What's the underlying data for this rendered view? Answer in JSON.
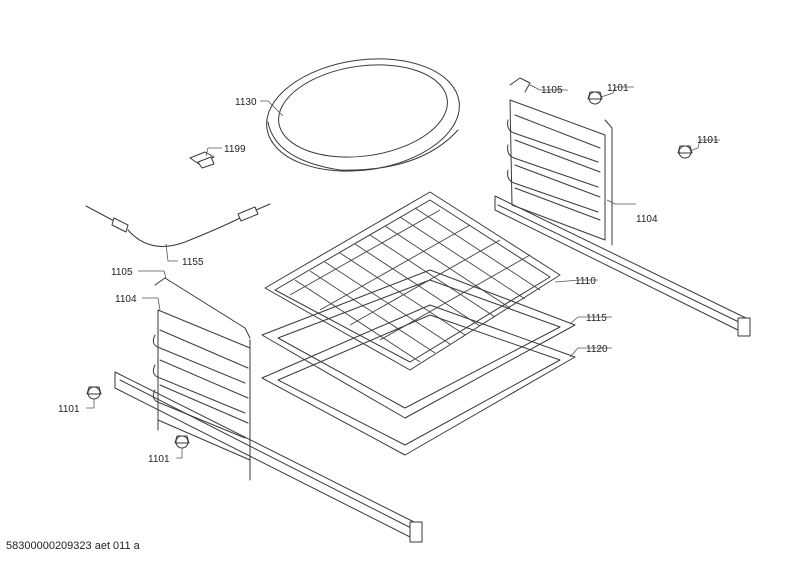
{
  "labels": {
    "pan_round": "1130",
    "clip_small": "1199",
    "probe": "1155",
    "rack_top_right": "1105",
    "screw_1": "1101",
    "screw_2": "1101",
    "screw_3": "1101",
    "screw_4": "1101",
    "grid_right": "1104",
    "rack_left_top": "1105",
    "grid_left": "1104",
    "wire_rack": "1110",
    "tray_shallow": "1115",
    "tray_deep": "1120"
  },
  "footer": "58300000209323 aet 011 a"
}
